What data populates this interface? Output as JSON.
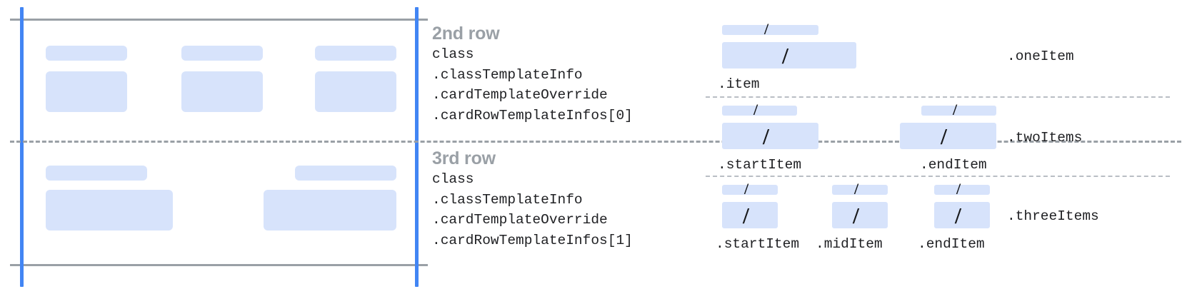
{
  "colors": {
    "skeleton": "#d7e3fb",
    "guide_blue": "#4285f4",
    "rule_gray": "#9aa0a6",
    "dash_gray": "#b9bec4",
    "text": "#202124",
    "title_gray": "#9aa0a6",
    "background": "#ffffff"
  },
  "left_panel": {
    "rows": [
      {
        "name": "second-row-preview",
        "cells": [
          {
            "caption_label": "",
            "body_label": ""
          },
          {
            "caption_label": "",
            "body_label": ""
          },
          {
            "caption_label": "",
            "body_label": ""
          }
        ]
      },
      {
        "name": "third-row-preview",
        "cells": [
          {
            "caption_label": "",
            "body_label": ""
          },
          {
            "caption_label": "",
            "body_label": ""
          }
        ]
      }
    ]
  },
  "annotations": [
    {
      "title": "2nd row",
      "code_lines": [
        "class",
        ".classTemplateInfo",
        ".cardTemplateOverride",
        ".cardRowTemplateInfos[0]"
      ]
    },
    {
      "title": "3rd row",
      "code_lines": [
        "class",
        ".classTemplateInfo",
        ".cardTemplateOverride",
        ".cardRowTemplateInfos[1]"
      ]
    }
  ],
  "layouts": [
    {
      "group_label": ".oneItem",
      "items": [
        {
          "label": ".item",
          "glyph": "/"
        }
      ]
    },
    {
      "group_label": ".twoItems",
      "items": [
        {
          "label": ".startItem",
          "glyph": "/"
        },
        {
          "label": ".endItem",
          "glyph": "/"
        }
      ]
    },
    {
      "group_label": ".threeItems",
      "items": [
        {
          "label": ".startItem",
          "glyph": "/"
        },
        {
          "label": ".midItem",
          "glyph": "/"
        },
        {
          "label": ".endItem",
          "glyph": "/"
        }
      ]
    }
  ]
}
